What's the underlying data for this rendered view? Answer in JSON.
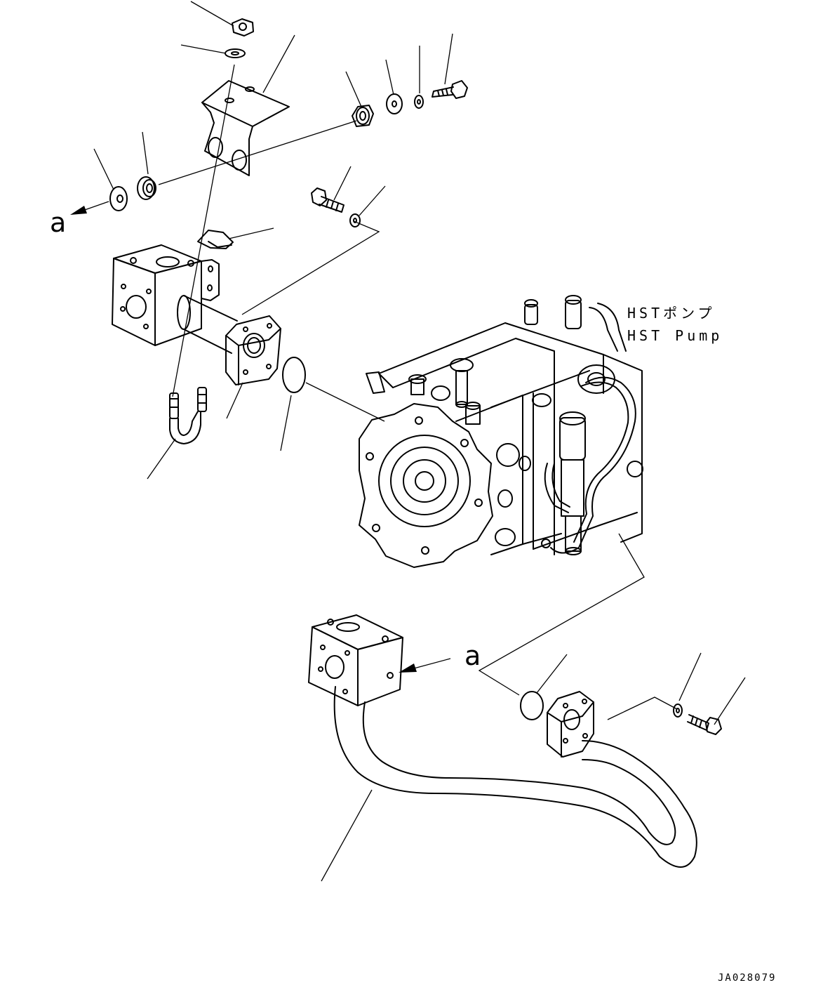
{
  "labels": {
    "view_a_upper": "a",
    "view_a_lower": "a",
    "pump_ja": "HSTポンプ",
    "pump_en": "HST Pump",
    "drawing_code": "JA028079"
  }
}
